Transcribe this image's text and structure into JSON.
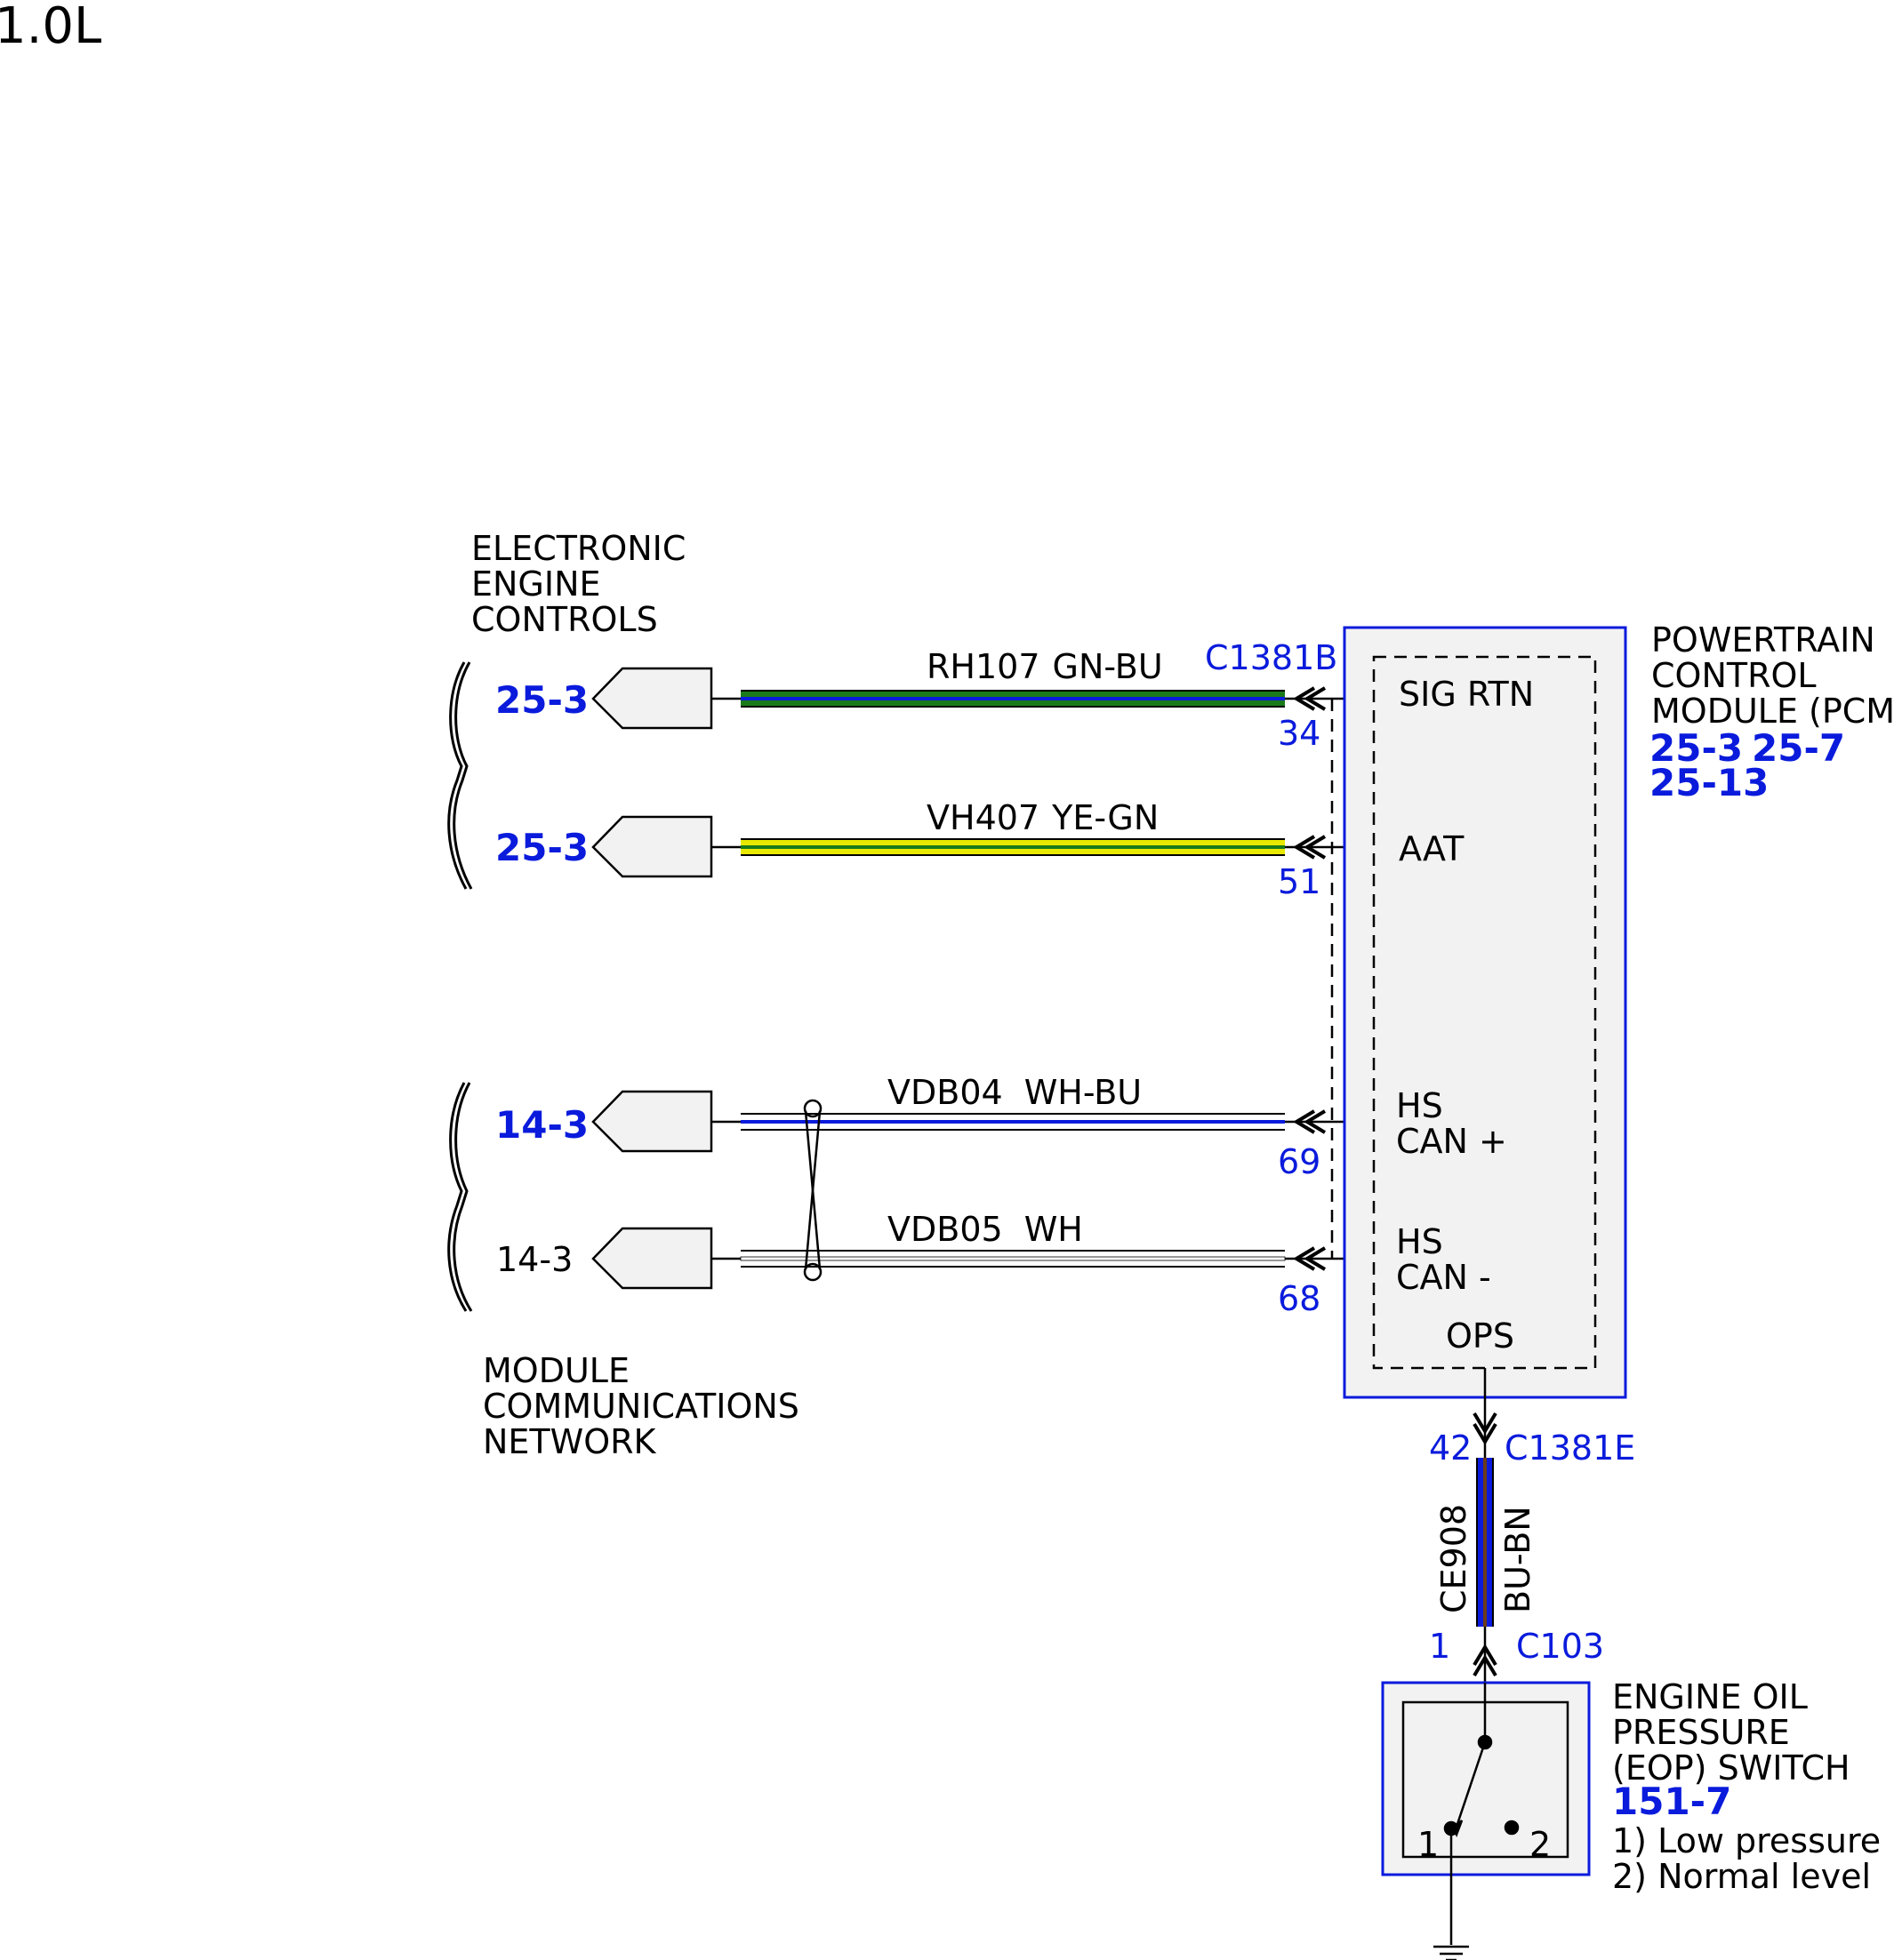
{
  "page": {
    "title": "1.0L"
  },
  "left_groups": {
    "engine_controls": [
      "ELECTRONIC",
      "ENGINE",
      "CONTROLS"
    ],
    "module_network": [
      "MODULE",
      "COMMUNICATIONS",
      "NETWORK"
    ]
  },
  "page_refs": [
    "25-3",
    "25-3",
    "14-3",
    "14-3"
  ],
  "wires": [
    {
      "circuit": "RH107",
      "color_code": "GN-BU",
      "pin": "34",
      "signal": "SIG RTN",
      "colors": [
        "#1a7a1a",
        "#0a1bdc"
      ]
    },
    {
      "circuit": "VH407",
      "color_code": "YE-GN",
      "pin": "51",
      "signal": "AAT",
      "colors": [
        "#e8e800",
        "#1a7a1a"
      ]
    },
    {
      "circuit": "VDB04",
      "color_code": "WH-BU",
      "pin": "69",
      "signal_lines": [
        "HS",
        "CAN +"
      ],
      "colors": [
        "#ffffff",
        "#0a1bdc"
      ]
    },
    {
      "circuit": "VDB05",
      "color_code": "WH",
      "pin": "68",
      "signal_lines": [
        "HS",
        "CAN -"
      ],
      "colors": [
        "#ffffff",
        "#ffffff"
      ]
    }
  ],
  "pcm": {
    "connector_top": "C1381B",
    "connector_bottom": "C1381E",
    "name_lines": [
      "POWERTRAIN",
      "CONTROL",
      "MODULE (PCM)"
    ],
    "refs": [
      "25-3",
      "25-7",
      "25-13"
    ],
    "ops_label": "OPS",
    "ops_pin": "42",
    "fill": "#f2f2f2",
    "border": "#0a1bdc"
  },
  "eop_wire": {
    "circuit": "CE908",
    "color_code": "BU-BN",
    "pin": "1",
    "connector": "C103"
  },
  "eop_switch": {
    "name_lines": [
      "ENGINE OIL",
      "PRESSURE",
      "(EOP) SWITCH"
    ],
    "ref": "151-7",
    "notes": [
      "1) Low pressure",
      "2) Normal level"
    ],
    "pos1": "1",
    "pos2": "2"
  }
}
